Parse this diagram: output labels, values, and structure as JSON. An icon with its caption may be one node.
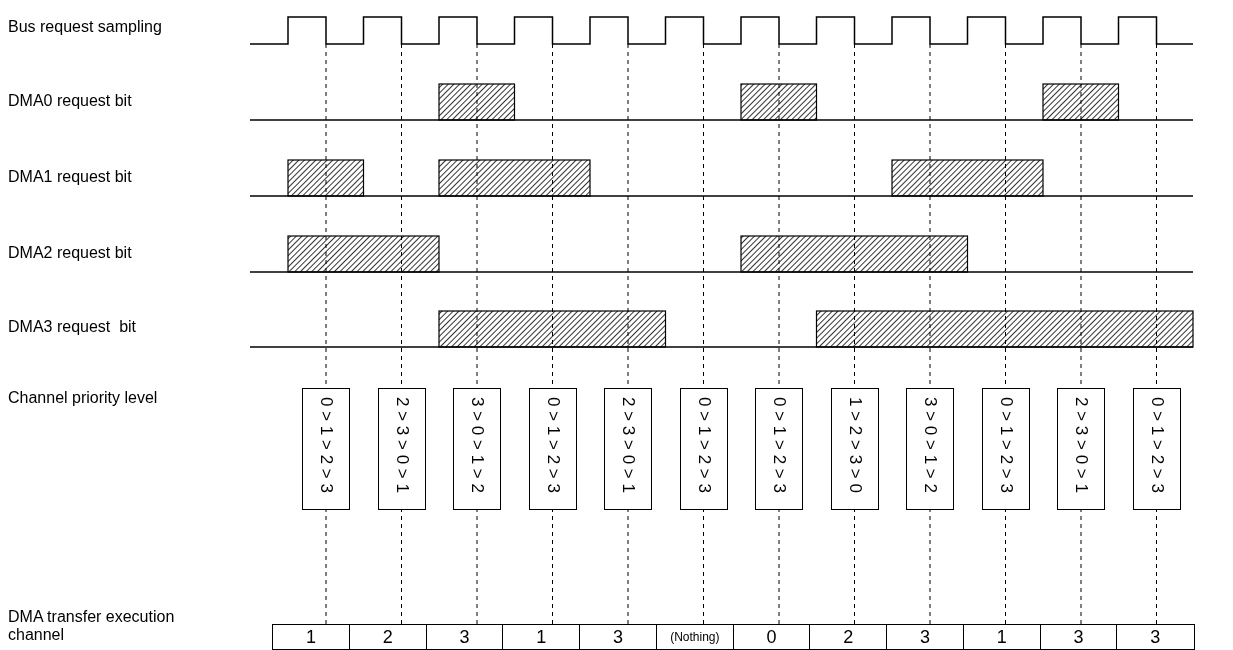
{
  "diagram": {
    "nodes": [
      {
        "text": [
          "0 > 1 > 2 > 3"
        ]
      },
      {
        "text": [
          "2 > 3 > 0 > 1"
        ]
      },
      {
        "text": [
          "3 > 0 > 1 > 2"
        ]
      },
      {
        "text": [
          "0 > 1 > 2 > 3"
        ]
      },
      {
        "text": [
          "2 > 3 > 0 > 1"
        ]
      },
      {
        "text": [
          "0 > 1 > 2 > 3"
        ]
      },
      {
        "text": [
          "0 > 1 > 2 > 3"
        ]
      },
      {
        "text": [
          "1 > 2 > 3 > 0"
        ]
      },
      {
        "text": [
          "3 > 0 > 1 > 2"
        ]
      },
      {
        "text": [
          "0 > 1 > 2 > 3"
        ]
      },
      {
        "text": [
          "2 > 3 > 0 > 1"
        ]
      },
      {
        "text": [
          "0 > 1 > 2 > 3"
        ]
      }
    ],
    "labels": [
      "Bus request sampling",
      "DMA0 request bit",
      "DMA1 request bit",
      "DMA2 request bit",
      "DMA3 request  bit",
      "Channel priority level",
      "DMA transfer execution channel",
      "1",
      "2",
      "3",
      "1",
      "3",
      "(Nothing)",
      "0",
      "2",
      "3",
      "1",
      "3",
      "3"
    ]
  }
}
